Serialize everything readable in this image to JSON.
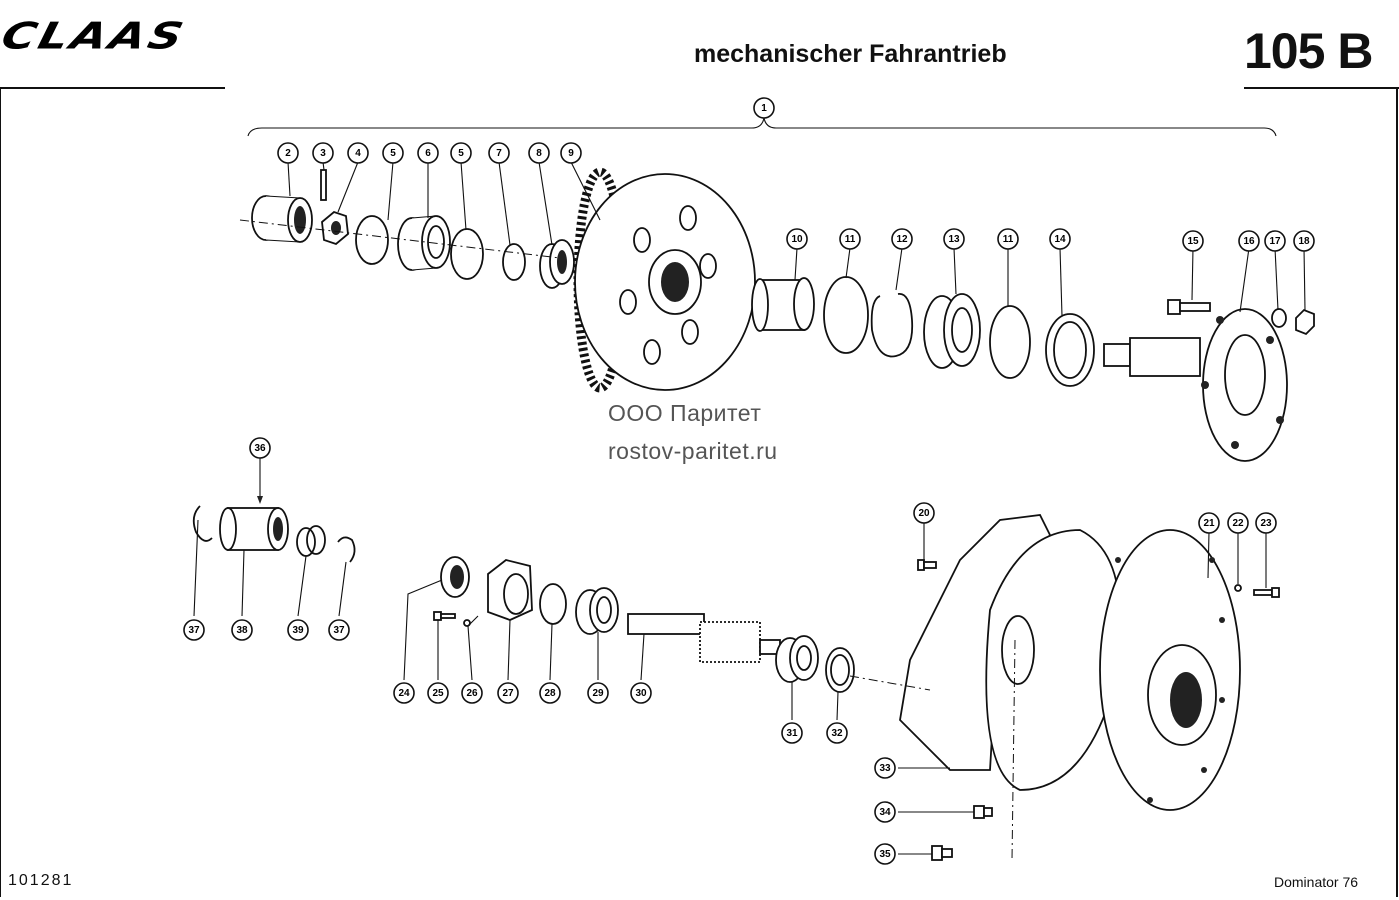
{
  "header": {
    "logo": "CLAAS",
    "title": "mechanischer Fahrantrieb",
    "page_number": "105 B"
  },
  "watermark": {
    "line1": "ООО Паритет",
    "line2": "rostov-paritet.ru"
  },
  "footer": {
    "drawing_id": "101281",
    "model": "Dominator 76"
  },
  "callouts": [
    "1",
    "2",
    "3",
    "4",
    "5",
    "6",
    "5",
    "7",
    "8",
    "9",
    "10",
    "11",
    "12",
    "13",
    "11",
    "14",
    "15",
    "16",
    "17",
    "18",
    "36",
    "37",
    "38",
    "39",
    "37",
    "20",
    "21",
    "22",
    "23",
    "24",
    "25",
    "26",
    "27",
    "28",
    "29",
    "30",
    "31",
    "32",
    "33",
    "34",
    "35"
  ]
}
